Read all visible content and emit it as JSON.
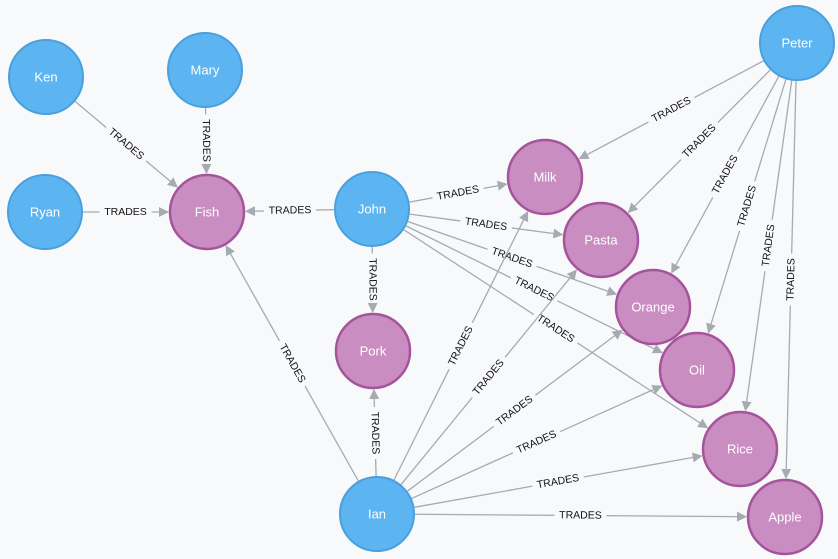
{
  "colors": {
    "person_fill": "#5cb4f0",
    "person_stroke": "#4aa0dd",
    "item_fill": "#c98dc1",
    "item_stroke": "#a5549b",
    "edge": "#a5abb2",
    "background": "#f8f9fb"
  },
  "nodes": [
    {
      "id": "Ken",
      "label": "Ken",
      "type": "person"
    },
    {
      "id": "Mary",
      "label": "Mary",
      "type": "person"
    },
    {
      "id": "Ryan",
      "label": "Ryan",
      "type": "person"
    },
    {
      "id": "John",
      "label": "John",
      "type": "person"
    },
    {
      "id": "Peter",
      "label": "Peter",
      "type": "person"
    },
    {
      "id": "Ian",
      "label": "Ian",
      "type": "person"
    },
    {
      "id": "Fish",
      "label": "Fish",
      "type": "item"
    },
    {
      "id": "Milk",
      "label": "Milk",
      "type": "item"
    },
    {
      "id": "Pasta",
      "label": "Pasta",
      "type": "item"
    },
    {
      "id": "Orange",
      "label": "Orange",
      "type": "item"
    },
    {
      "id": "Oil",
      "label": "Oil",
      "type": "item"
    },
    {
      "id": "Rice",
      "label": "Rice",
      "type": "item"
    },
    {
      "id": "Apple",
      "label": "Apple",
      "type": "item"
    },
    {
      "id": "Pork",
      "label": "Pork",
      "type": "item"
    }
  ],
  "edges": [
    {
      "from": "Ken",
      "to": "Fish",
      "label": "TRADES"
    },
    {
      "from": "Mary",
      "to": "Fish",
      "label": "TRADES"
    },
    {
      "from": "Ryan",
      "to": "Fish",
      "label": "TRADES"
    },
    {
      "from": "John",
      "to": "Fish",
      "label": "TRADES"
    },
    {
      "from": "Ian",
      "to": "Fish",
      "label": "TRADES"
    },
    {
      "from": "John",
      "to": "Milk",
      "label": "TRADES"
    },
    {
      "from": "John",
      "to": "Pasta",
      "label": "TRADES"
    },
    {
      "from": "John",
      "to": "Orange",
      "label": "TRADES"
    },
    {
      "from": "John",
      "to": "Oil",
      "label": "TRADES"
    },
    {
      "from": "John",
      "to": "Rice",
      "label": "TRADES"
    },
    {
      "from": "John",
      "to": "Pork",
      "label": "TRADES"
    },
    {
      "from": "Peter",
      "to": "Milk",
      "label": "TRADES"
    },
    {
      "from": "Peter",
      "to": "Pasta",
      "label": "TRADES"
    },
    {
      "from": "Peter",
      "to": "Orange",
      "label": "TRADES"
    },
    {
      "from": "Peter",
      "to": "Oil",
      "label": "TRADES"
    },
    {
      "from": "Peter",
      "to": "Rice",
      "label": "TRADES"
    },
    {
      "from": "Peter",
      "to": "Apple",
      "label": "TRADES"
    },
    {
      "from": "Ian",
      "to": "Pork",
      "label": "TRADES"
    },
    {
      "from": "Ian",
      "to": "Milk",
      "label": "TRADES"
    },
    {
      "from": "Ian",
      "to": "Pasta",
      "label": "TRADES"
    },
    {
      "from": "Ian",
      "to": "Orange",
      "label": "TRADES"
    },
    {
      "from": "Ian",
      "to": "Oil",
      "label": "TRADES"
    },
    {
      "from": "Ian",
      "to": "Rice",
      "label": "TRADES"
    },
    {
      "from": "Ian",
      "to": "Apple",
      "label": "TRADES"
    }
  ]
}
